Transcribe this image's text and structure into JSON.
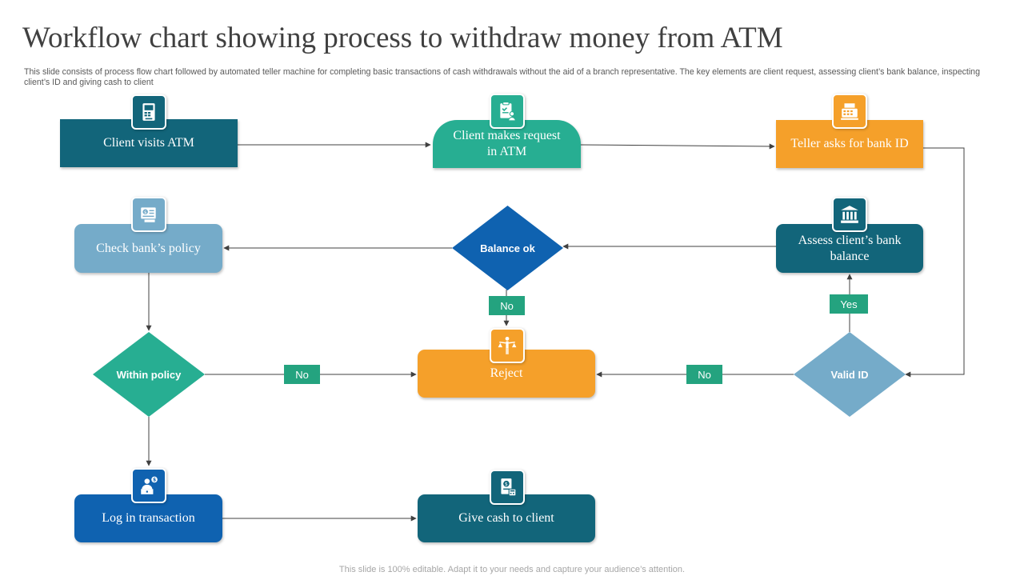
{
  "title": "Workflow chart showing process to withdraw money from ATM",
  "subtitle": "This slide consists of process flow chart followed by automated teller machine for completing basic transactions of cash withdrawals without the aid of a branch representative. The key elements are client request, assessing client’s bank balance, inspecting client’s ID and giving cash to client",
  "footer": "This slide is 100% editable. Adapt it to your needs and capture your audience’s attention.",
  "nodes": {
    "client_visits_atm": "Client visits ATM",
    "client_request": "Client makes request in ATM",
    "teller_asks_id": "Teller asks for bank ID",
    "check_policy": "Check bank’s policy",
    "balance_ok": "Balance ok",
    "assess_balance": "Assess client’s bank balance",
    "within_policy": "Within policy",
    "reject": "Reject",
    "valid_id": "Valid ID",
    "log_transaction": "Log in transaction",
    "give_cash": "Give cash to client"
  },
  "labels": {
    "no_balance": "No",
    "no_policy": "No",
    "no_valid": "No",
    "yes_valid": "Yes"
  },
  "colors": {
    "dark_teal": "#12657a",
    "green": "#27ae92",
    "orange": "#f5a02a",
    "light_blue": "#75abc9",
    "blue": "#0f62b0",
    "tag_green": "#24a37f",
    "arrow": "#404040"
  },
  "icons": {
    "client_visits_atm": "atm-machine-icon",
    "client_request": "request-form-icon",
    "teller_asks_id": "cash-register-icon",
    "check_policy": "policy-document-icon",
    "assess_balance": "bank-building-icon",
    "reject": "person-scales-icon",
    "log_transaction": "teller-money-icon",
    "give_cash": "cash-receipt-icon"
  }
}
